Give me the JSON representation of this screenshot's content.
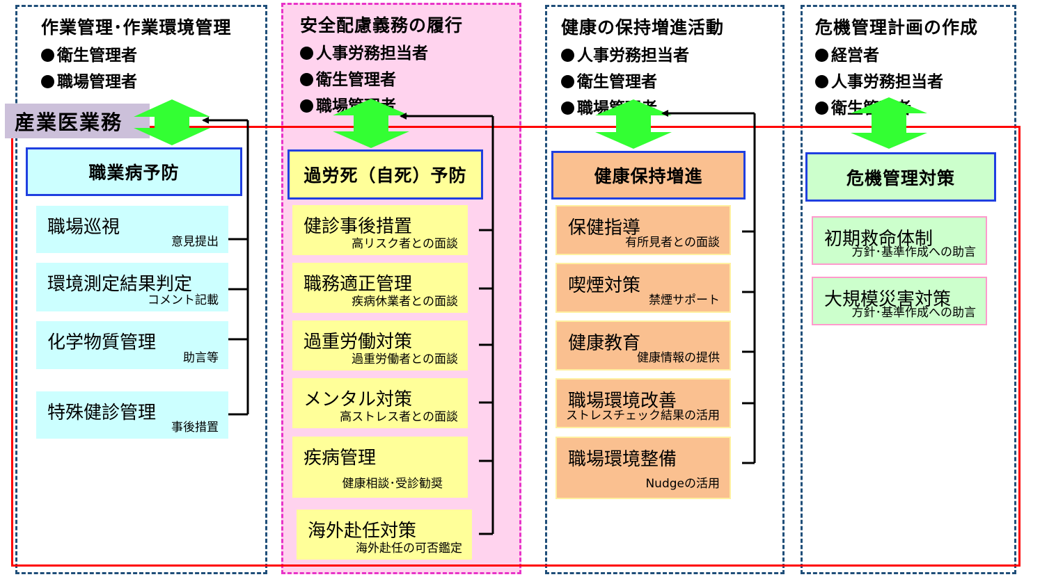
{
  "label": "産業医業務",
  "columns": [
    {
      "title": "作業管理･作業環境管理",
      "roles": [
        "衛生管理者",
        "職場管理者"
      ],
      "category": "職業病予防",
      "items": [
        {
          "main": "職場巡視",
          "sub": "意見提出"
        },
        {
          "main": "環境測定結果判定",
          "sub": "コメント記載"
        },
        {
          "main": "化学物質管理",
          "sub": "助言等"
        },
        {
          "main": "特殊健診管理",
          "sub": "事後措置"
        }
      ]
    },
    {
      "title": "安全配慮義務の履行",
      "roles": [
        "人事労務担当者",
        "衛生管理者",
        "職場管理者"
      ],
      "category": "過労死（自死）予防",
      "items": [
        {
          "main": "健診事後措置",
          "sub": "高リスク者との面談"
        },
        {
          "main": "職務適正管理",
          "sub": "疾病休業者との面談"
        },
        {
          "main": "過重労働対策",
          "sub": "過重労働者との面談"
        },
        {
          "main": "メンタル対策",
          "sub": "高ストレス者との面談"
        },
        {
          "main": "疾病管理",
          "sub": "健康相談･受診勧奨"
        },
        {
          "main": "海外赴任対策",
          "sub": "海外赴任の可否鑑定"
        }
      ]
    },
    {
      "title": "健康の保持増進活動",
      "roles": [
        "人事労務担当者",
        "衛生管理者",
        "職場管理者"
      ],
      "category": "健康保持増進",
      "items": [
        {
          "main": "保健指導",
          "sub": "有所見者との面談"
        },
        {
          "main": "喫煙対策",
          "sub": "禁煙サポート"
        },
        {
          "main": "健康教育",
          "sub": "健康情報の提供"
        },
        {
          "main": "職場環境改善",
          "sub": "ストレスチェック結果の活用"
        },
        {
          "main": "職場環境整備",
          "sub": "Nudgeの活用"
        }
      ]
    },
    {
      "title": "危機管理計画の作成",
      "roles": [
        "経営者",
        "人事労務担当者",
        "衛生管理者"
      ],
      "category": "危機管理対策",
      "items": [
        {
          "main": "初期救命体制",
          "sub": "方針･基準作成への助言"
        },
        {
          "main": "大規模災害対策",
          "sub": "方針･基準作成への助言"
        }
      ]
    }
  ],
  "colors": {
    "frame_red": "#ff0000",
    "dash_navy": "#1f4e79",
    "dash_pink": "#e833c8",
    "arrow_green": "#33ff33",
    "cat_border": "#1f3fe0"
  }
}
